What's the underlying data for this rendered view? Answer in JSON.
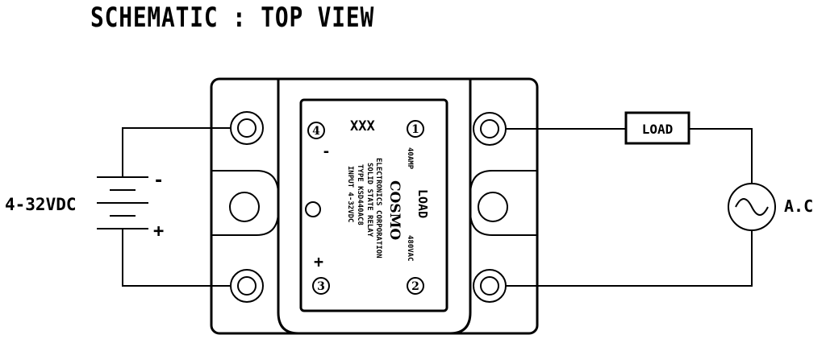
{
  "title": "SCHEMATIC : TOP VIEW",
  "supply": {
    "voltage": "4-32VDC",
    "minus": "-",
    "plus": "+"
  },
  "load": {
    "label": "LOAD"
  },
  "ac": {
    "label": "A.C"
  },
  "relay": {
    "xxx": "XXX",
    "term1": "1",
    "term2": "2",
    "term3": "3",
    "term4": "4",
    "term4_sign": "-",
    "term3_sign": "+",
    "amp": "40AMP",
    "vac": "480VAC",
    "load_text": "LOAD",
    "brand": "COSMO",
    "lines": [
      "ELECTRONICS CORPORATION",
      "SOLID STATE RELAY",
      "TYPE KSD440AC8",
      "INPUT 4-32VDC"
    ]
  }
}
